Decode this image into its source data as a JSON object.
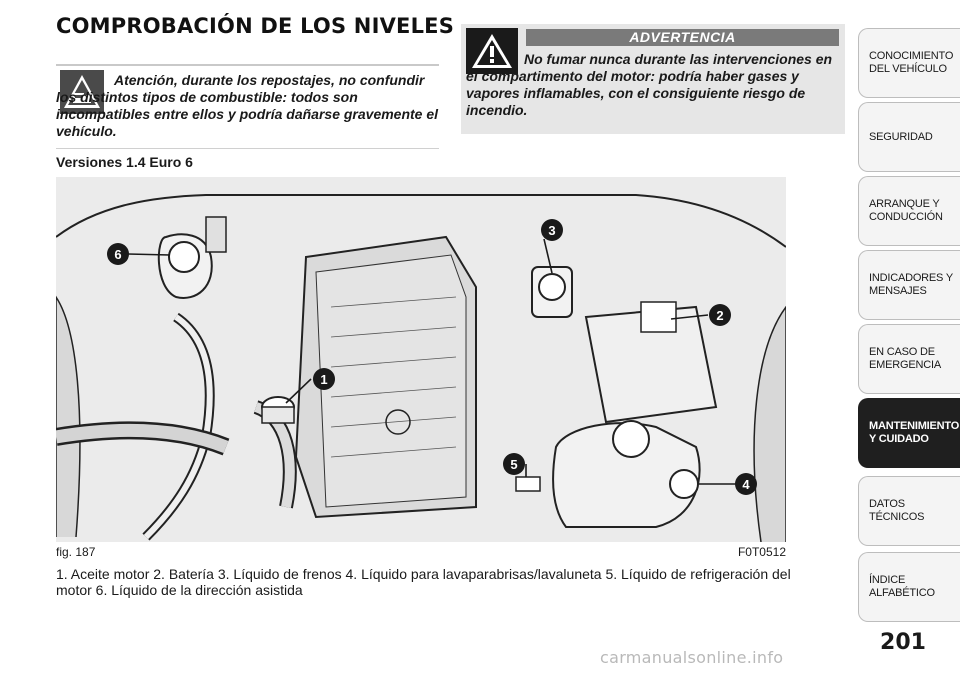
{
  "page": {
    "title": "COMPROBACIÓN DE LOS NIVELES",
    "number": "201",
    "watermark": "carmanualsonline.info"
  },
  "caution": {
    "icon": "fuel-pump-caution-icon",
    "text": "Atención, durante los repostajes, no confundir los distintos tipos de combustible: todos son incompatibles entre ellos y podría dañarse gravemente el vehículo."
  },
  "warning": {
    "icon": "warning-triangle-icon",
    "header": "ADVERTENCIA",
    "text": "No fumar nunca durante las intervenciones en el compartimento del motor: podría haber gases y vapores inflamables, con el consiguiente riesgo de incendio."
  },
  "subtitle": "Versiones 1.4 Euro 6",
  "figure": {
    "label": "fig. 187",
    "code": "F0T0512",
    "callouts": [
      "1",
      "2",
      "3",
      "4",
      "5",
      "6"
    ],
    "caption": "1. Aceite motor 2. Batería 3. Líquido de frenos 4. Líquido para lavaparabrisas/lavaluneta 5. Líquido de refrigeración del motor 6. Líquido de la dirección asistida"
  },
  "tabs": [
    {
      "label": "CONOCIMIENTO DEL VEHÍCULO",
      "active": false
    },
    {
      "label": "SEGURIDAD",
      "active": false
    },
    {
      "label": "ARRANQUE Y CONDUCCIÓN",
      "active": false
    },
    {
      "label": "INDICADORES Y MENSAJES",
      "active": false
    },
    {
      "label": "EN CASO DE EMERGENCIA",
      "active": false
    },
    {
      "label": "MANTENIMIENTO Y CUIDADO",
      "active": true
    },
    {
      "label": "DATOS TÉCNICOS",
      "active": false
    },
    {
      "label": "ÍNDICE ALFABÉTICO",
      "active": false
    }
  ],
  "colors": {
    "warning_bg": "#e6e6e6",
    "warning_header": "#7a7a7a",
    "active_tab": "#1f1f1f",
    "callout": "#1a1a1a"
  }
}
